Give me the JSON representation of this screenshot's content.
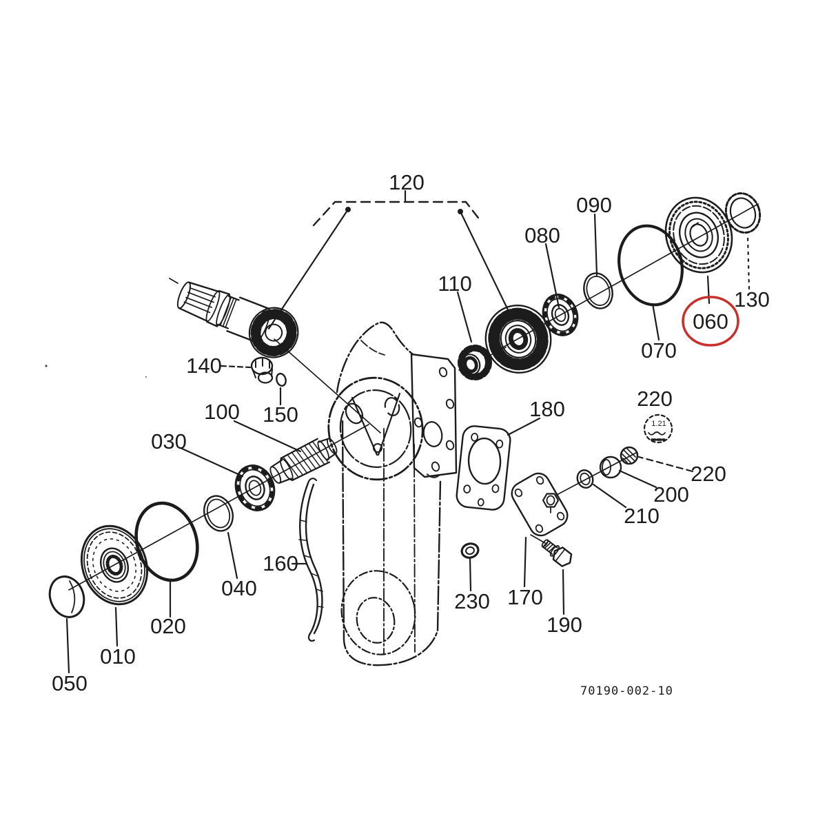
{
  "diagram": {
    "type": "exploded-parts-diagram",
    "subject": "gear case assembly",
    "drawing_number": "70190-002-10",
    "highlighted_ref": "060",
    "detail_note": "1.21",
    "colors": {
      "line": "#1c1c1c",
      "background": "#ffffff",
      "highlight": "#c8302d"
    },
    "labels": [
      {
        "ref": "120"
      },
      {
        "ref": "090"
      },
      {
        "ref": "080"
      },
      {
        "ref": "110"
      },
      {
        "ref": "140"
      },
      {
        "ref": "150"
      },
      {
        "ref": "100"
      },
      {
        "ref": "030"
      },
      {
        "ref": "020"
      },
      {
        "ref": "040"
      },
      {
        "ref": "010"
      },
      {
        "ref": "050"
      },
      {
        "ref": "160"
      },
      {
        "ref": "230"
      },
      {
        "ref": "170"
      },
      {
        "ref": "190"
      },
      {
        "ref": "180"
      },
      {
        "ref": "220"
      },
      {
        "ref": "220"
      },
      {
        "ref": "200"
      },
      {
        "ref": "210"
      },
      {
        "ref": "070"
      },
      {
        "ref": "060"
      },
      {
        "ref": "130"
      }
    ]
  }
}
